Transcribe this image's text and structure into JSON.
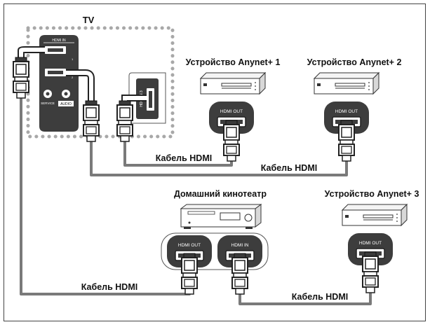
{
  "labels": {
    "tv": "TV",
    "anynet1": "Устройство Anynet+ 1",
    "anynet2": "Устройство Anynet+ 2",
    "anynet3": "Устройство Anynet+ 3",
    "home_theater": "Домашний кинотеатр",
    "cable_1": "Кабель HDMI",
    "cable_2": "Кабель HDMI",
    "cable_3": "Кабель HDMI",
    "cable_4": "Кабель HDMI"
  },
  "ports": {
    "tv_hdmi_in": "HDMI IN",
    "tv_hdmi_in3": "HDMI IN 3",
    "tv_service": "SERVICE",
    "tv_audio": "AUDIO",
    "device1_out": "HDMI OUT",
    "device2_out": "HDMI OUT",
    "device3_out": "HDMI OUT",
    "ht_out": "HDMI OUT",
    "ht_in": "HDMI IN"
  },
  "colors": {
    "cable": "#7a7a7a",
    "panel": "#3d3d3d",
    "plug": "#2b2b2b",
    "dotted_border": "#a8a8a8"
  }
}
